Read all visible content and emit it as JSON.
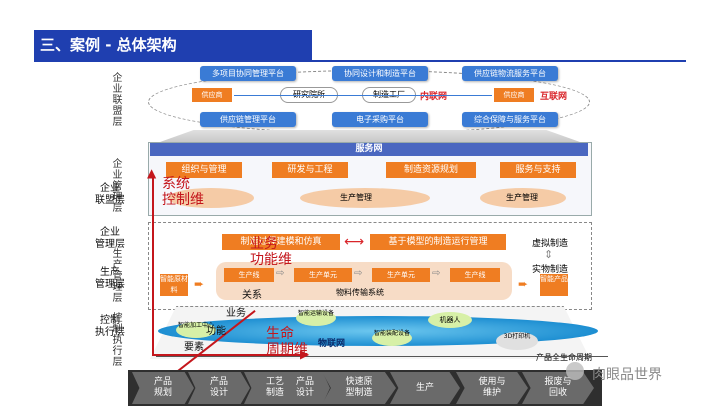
{
  "header": {
    "title": "三、案例 - 总体架构"
  },
  "side_labels": {
    "enterprise_alliance_vertical": "企业联盟层",
    "enterprise_mgmt_vertical": "企业管理层",
    "production_vertical": "生产管理层",
    "control_vertical": "控制执行层",
    "alliance": "企业\n联盟层",
    "management": "企业\n管理层",
    "production": "生产\n管理层",
    "control": "控制\n执行层"
  },
  "alliance": {
    "top_platforms": [
      "多项目协同管理平台",
      "协同设计和制造平台",
      "供应链物流服务平台"
    ],
    "nodes": [
      "供应商",
      "研究院所",
      "制造工厂",
      "供应商"
    ],
    "intranet": "内联网",
    "internet": "互联网",
    "bottom_platforms": [
      "供应链管理平台",
      "电子采购平台",
      "综合保障与服务平台"
    ]
  },
  "service_net": {
    "title": "服务网",
    "items": [
      "组织与管理",
      "研发与工程",
      "制造资源规划",
      "服务与支持"
    ],
    "production_mgmt": "生产管理"
  },
  "manufacturing": {
    "sim_box": "制造过程建模和仿真",
    "model_box": "基于模型的制造运行管理",
    "virtual": "虚拟制造",
    "physical": "实物制造",
    "smart_material": "智能原材料",
    "smart_product": "智能产品",
    "flow": [
      "生产线",
      "生产单元",
      "生产单元",
      "生产线"
    ],
    "logistics": "物料传输系统"
  },
  "control": {
    "items": [
      "智能加工中心",
      "智能运输设备",
      "机器人",
      "智能装配设备",
      "3D打印机"
    ],
    "iot": "物联网",
    "lifecycle_label": "产品全生命周期"
  },
  "overlay": {
    "system_control": "系统\n控制维",
    "business_function": "业务\n功能维",
    "lifecycle": "生命\n周期维",
    "relation": "关系",
    "business": "业务",
    "function": "功能",
    "element": "要素"
  },
  "chevrons": [
    "产品\n规划",
    "产品\n设计",
    "工艺\n制造",
    "产品\n设计",
    "快速原\n型制造",
    "生产",
    "使用与\n维护",
    "报废与\n回收"
  ],
  "watermark": "肉眼品世界",
  "colors": {
    "title_bar": "#1f3fb0",
    "accent_orange": "#ef7d22",
    "accent_red": "#d9252a",
    "pill_blue": "#3a7bd5"
  }
}
